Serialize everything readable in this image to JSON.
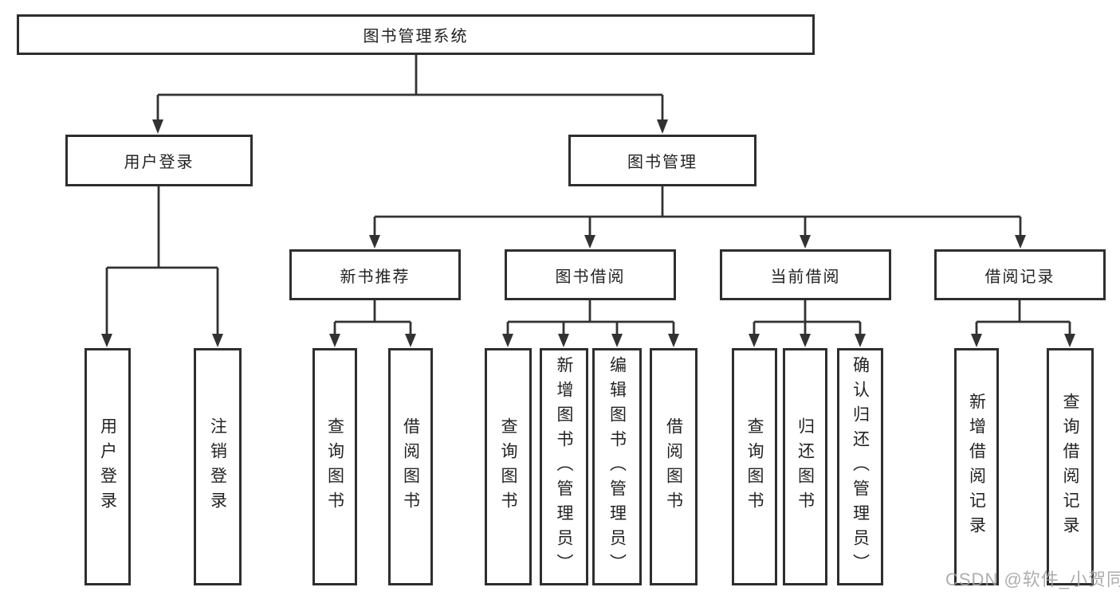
{
  "watermark": "CSDN @软件_小贺同学",
  "colors": {
    "line": "#323232",
    "box_border": "#2e2e2e",
    "box_fill": "#ffffff",
    "text": "#232323",
    "watermark": "#a3a3a3"
  },
  "tree": {
    "label": "图书管理系统",
    "children": [
      {
        "label": "用户登录",
        "children": [
          {
            "label": "用户登录"
          },
          {
            "label": "注销登录"
          }
        ]
      },
      {
        "label": "图书管理",
        "children": [
          {
            "label": "新书推荐",
            "children": [
              {
                "label": "查询图书"
              },
              {
                "label": "借阅图书"
              }
            ]
          },
          {
            "label": "图书借阅",
            "children": [
              {
                "label": "查询图书"
              },
              {
                "label": "新增图书（管理员）"
              },
              {
                "label": "编辑图书（管理员）"
              },
              {
                "label": "借阅图书"
              }
            ]
          },
          {
            "label": "当前借阅",
            "children": [
              {
                "label": "查询图书"
              },
              {
                "label": "归还图书"
              },
              {
                "label": "确认归还（管理员）"
              }
            ]
          },
          {
            "label": "借阅记录",
            "children": [
              {
                "label": "新增借阅记录"
              },
              {
                "label": "查询借阅记录"
              }
            ]
          }
        ]
      }
    ]
  }
}
